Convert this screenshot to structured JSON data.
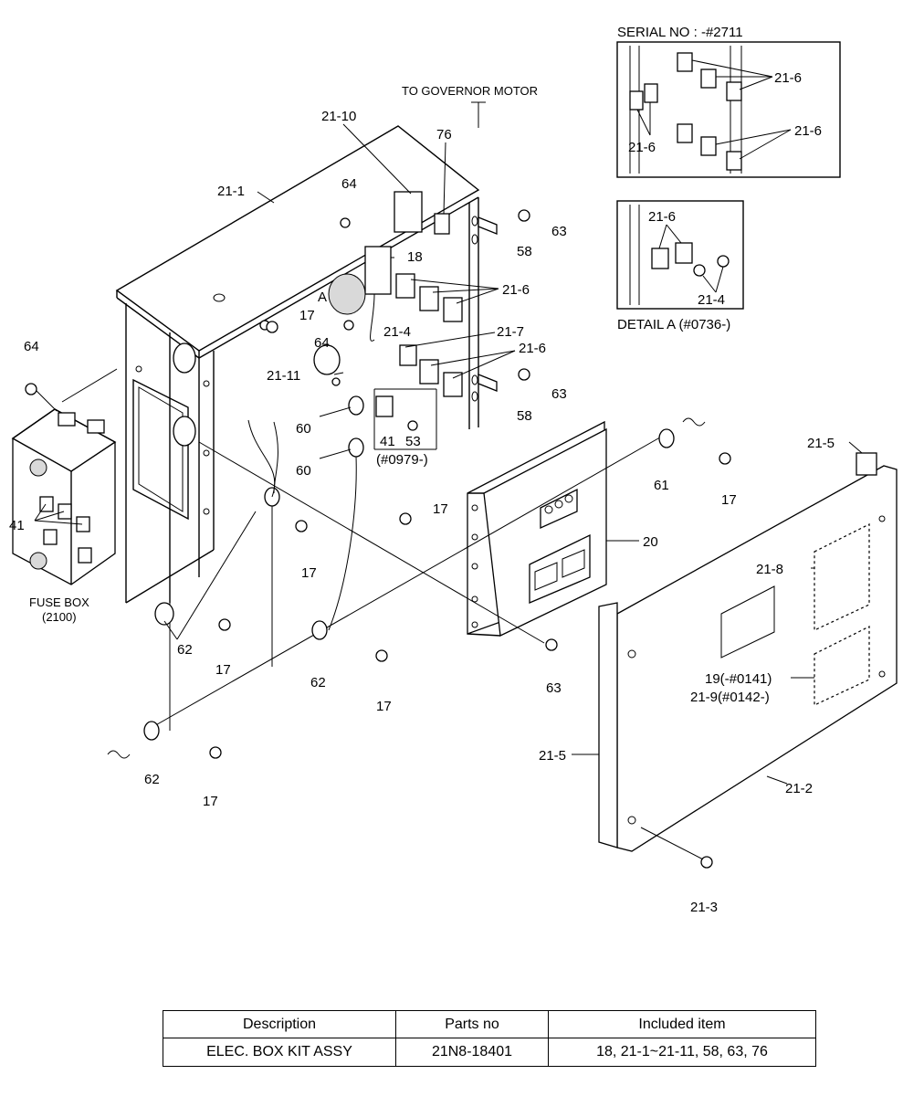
{
  "labels": {
    "serial_no": "SERIAL NO : -#2711",
    "to_governor_motor": "TO GOVERNOR MOTOR",
    "detail_a": "DETAIL  A (#0736-)",
    "fuse_box": "FUSE BOX",
    "fuse_box_ref": "(2100)",
    "ref_0979": "(#0979-)",
    "ref_19": "19(-#0141)",
    "ref_21_9": "21-9(#0142-)",
    "p_21_10": "21-10",
    "p_76": "76",
    "p_21_1": "21-1",
    "p_64": "64",
    "p_63": "63",
    "p_58": "58",
    "p_18": "18",
    "p_21_6": "21-6",
    "p_a": "A",
    "p_17": "17",
    "p_21_4": "21-4",
    "p_21_7": "21-7",
    "p_21_11": "21-11",
    "p_60": "60",
    "p_41": "41",
    "p_53": "53",
    "p_61": "61",
    "p_21_5": "21-5",
    "p_20": "20",
    "p_21_8": "21-8",
    "p_62": "62",
    "p_21_2": "21-2",
    "p_21_3": "21-3"
  },
  "table": {
    "headers": [
      "Description",
      "Parts no",
      "Included item"
    ],
    "rows": [
      [
        "ELEC. BOX KIT ASSY",
        "21N8-18401",
        "18, 21-1~21-11, 58, 63, 76"
      ]
    ]
  }
}
